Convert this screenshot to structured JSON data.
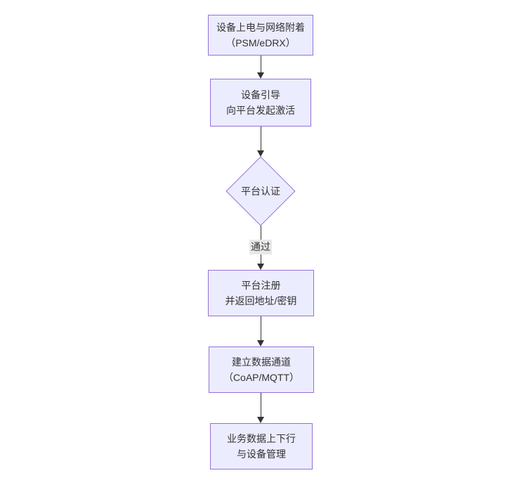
{
  "diagram": {
    "type": "flowchart",
    "direction": "top-down",
    "nodes": [
      {
        "shape": "rect",
        "line1": "设备上电与网络附着",
        "line2": "（PSM/eDRX）"
      },
      {
        "shape": "rect",
        "line1": "设备引导",
        "line2": "向平台发起激活"
      },
      {
        "shape": "diamond",
        "label": "平台认证"
      },
      {
        "shape": "rect",
        "line1": "平台注册",
        "line2": "并返回地址/密钥"
      },
      {
        "shape": "rect",
        "line1": "建立数据通道",
        "line2": "（CoAP/MQTT）"
      },
      {
        "shape": "rect",
        "line1": "业务数据上下行",
        "line2": "与设备管理"
      }
    ],
    "edge_label": "通过",
    "colors": {
      "node_fill": "#ECECFF",
      "node_border": "#9370DB",
      "edge": "#333333",
      "text": "#333333",
      "edge_label_bg": "#e8e8e8",
      "background": "#ffffff"
    }
  }
}
